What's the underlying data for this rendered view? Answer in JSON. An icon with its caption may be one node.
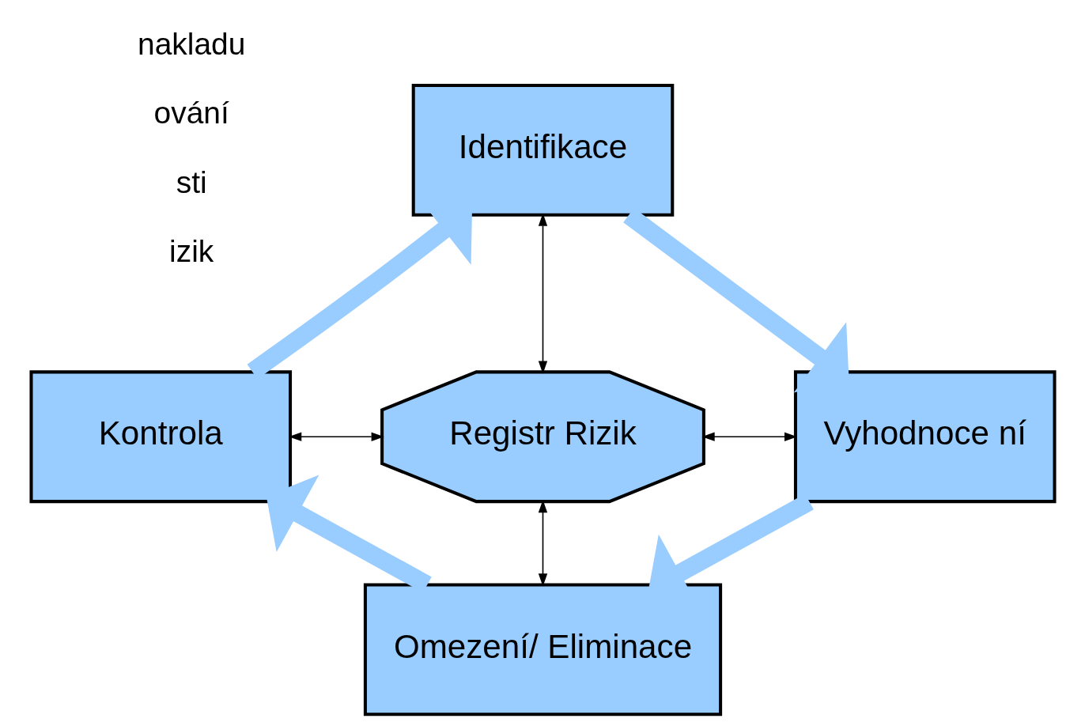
{
  "diagram": {
    "nodes": [
      {
        "text": [
          "Identifikace"
        ]
      },
      {
        "text": [
          "Vyhodnoce ní"
        ]
      },
      {
        "text": [
          "Omezení/ Eliminace"
        ]
      },
      {
        "text": [
          "Kontrola"
        ]
      },
      {
        "text": [
          "Registr Rizik"
        ]
      }
    ],
    "edges": [
      {
        "from": 0,
        "to": 1,
        "arrow": "to",
        "style": "thick",
        "color": "#99ccff"
      },
      {
        "from": 1,
        "to": 2,
        "arrow": "to",
        "style": "thick",
        "color": "#99ccff"
      },
      {
        "from": 2,
        "to": 3,
        "arrow": "to",
        "style": "thick",
        "color": "#99ccff"
      },
      {
        "from": 3,
        "to": 0,
        "arrow": "to",
        "style": "thick",
        "color": "#99ccff"
      },
      {
        "from": 0,
        "to": 4,
        "arrow": "both",
        "color": "#000000"
      },
      {
        "from": 3,
        "to": 4,
        "arrow": "both",
        "color": "#000000"
      },
      {
        "from": 4,
        "to": 1,
        "arrow": "both",
        "color": "#000000"
      },
      {
        "from": 4,
        "to": 2,
        "arrow": "both",
        "color": "#000000"
      }
    ],
    "labels": [
      "nakladu",
      "ování",
      "sti",
      "izik"
    ]
  }
}
